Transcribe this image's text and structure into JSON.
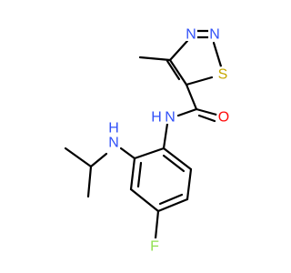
{
  "molecule": {
    "atoms": {
      "N_ring1": "N",
      "N_ring2": "N",
      "S_ring": "S",
      "amide_N": "N",
      "amide_H": "H",
      "carbonyl_O": "O",
      "amine_N": "N",
      "amine_H": "H",
      "fluorine": "F"
    },
    "colors": {
      "bond": "#000000",
      "N": "#3050F8",
      "S": "#C6A700",
      "O": "#FF0D0D",
      "F": "#90E050"
    }
  }
}
